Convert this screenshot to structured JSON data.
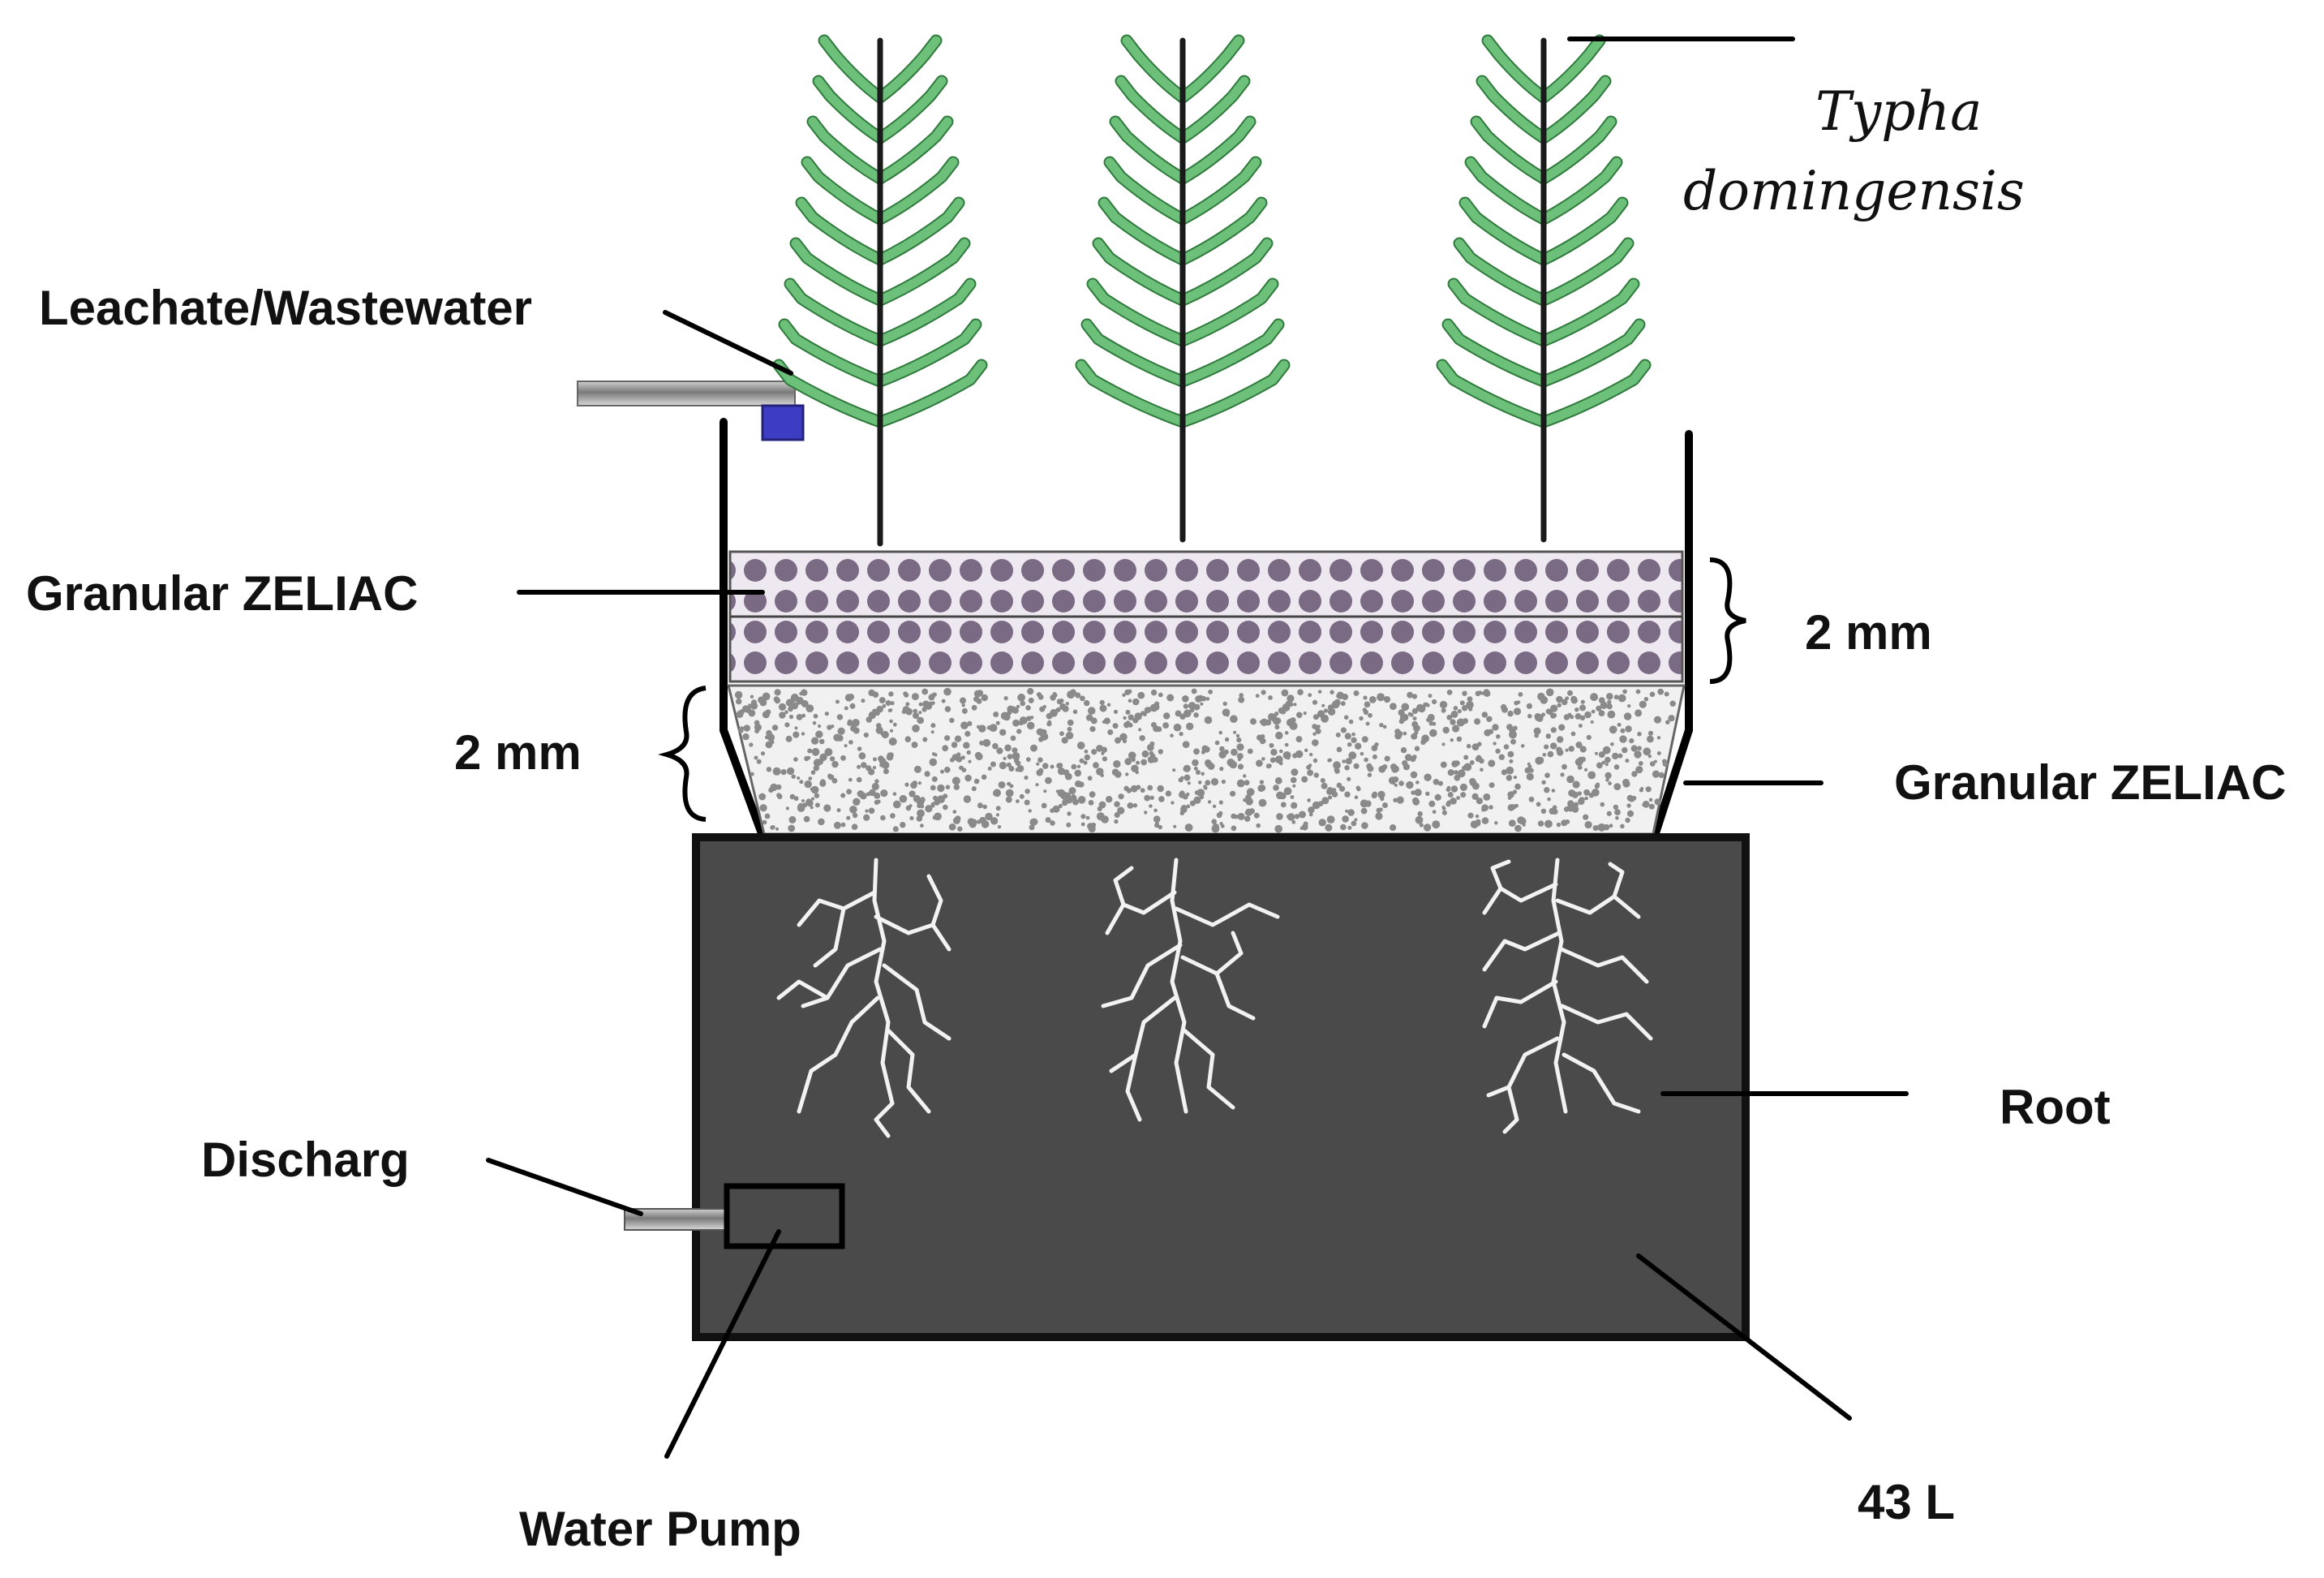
{
  "labels": {
    "plant_species": [
      "Typha",
      "domingensis"
    ],
    "inlet": "Leachate/Wastewater",
    "upper_media": "Granular ZELIAC",
    "upper_thickness": "2 mm",
    "lower_thickness": "2 mm",
    "lower_media": "Granular ZELIAC",
    "root": "Root",
    "discharge": "Discharg",
    "pump": "Water Pump",
    "volume": "43 L"
  },
  "colors": {
    "leaf": "#6cc07a",
    "leaf_edge": "#2f7a3c",
    "bead": "#7a6a84",
    "bead_layer": "#eee8f1",
    "gravel": "#8a8a8a",
    "tank": "#4a4a4a",
    "root": "#f2f2f2",
    "inlet_nozzle": "#3d3dc4"
  },
  "plant_count": 3
}
